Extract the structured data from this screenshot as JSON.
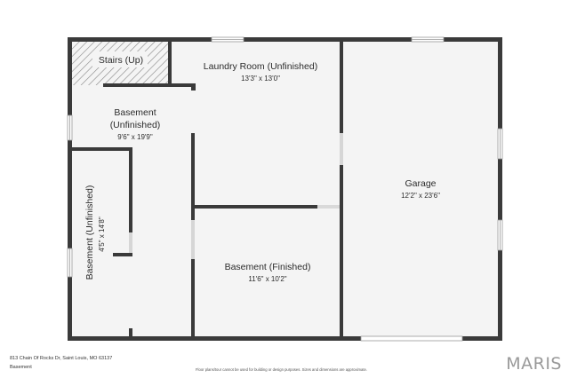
{
  "rooms": {
    "stairs": {
      "name": "Stairs (Up)"
    },
    "laundry": {
      "name": "Laundry Room (Unfinished)",
      "dims": "13'3\" x 13'0\""
    },
    "basement_unfinished_a": {
      "name_line1": "Basement",
      "name_line2": "(Unfinished)",
      "dims": "9'6\" x 19'9\""
    },
    "basement_unfinished_b": {
      "name": "Basement (Unfinished)",
      "dims": "4'5\" x 14'8\""
    },
    "basement_finished": {
      "name": "Basement (Finished)",
      "dims": "11'6\" x 10'2\""
    },
    "garage": {
      "name": "Garage",
      "dims": "12'2\" x 23'6\""
    }
  },
  "footer": {
    "address": "813 Chain Of Rocks Dr, Saint Louis, MO 63137",
    "level": "Basement",
    "disclaimer": "Floor plans/tour cannot be used for building or design purposes. Sizes and dimensions are approximate.",
    "logo": "MARIS"
  },
  "colors": {
    "wall": "#3a3a3a",
    "window": "#b8b8b8",
    "floor": "#f4f4f4"
  }
}
